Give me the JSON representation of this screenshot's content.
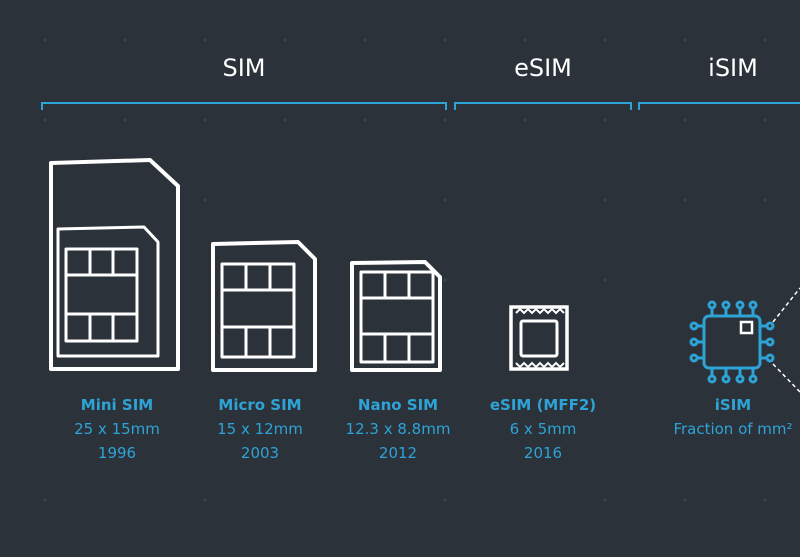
{
  "groups": [
    {
      "label": "SIM"
    },
    {
      "label": "eSIM"
    },
    {
      "label": "iSIM"
    }
  ],
  "items": [
    {
      "name": "Mini SIM",
      "size": "25 x 15mm",
      "year": "1996"
    },
    {
      "name": "Micro SIM",
      "size": "15 x 12mm",
      "year": "2003"
    },
    {
      "name": "Nano SIM",
      "size": "12.3 x 8.8mm",
      "year": "2012"
    },
    {
      "name": "eSIM (MFF2)",
      "size": "6 x 5mm",
      "year": "2016"
    },
    {
      "name": "iSIM",
      "size": "Fraction of mm²",
      "year": ""
    }
  ],
  "colors": {
    "background": "#2b323a",
    "accent": "#2ea3d6",
    "outline": "#ffffff"
  }
}
